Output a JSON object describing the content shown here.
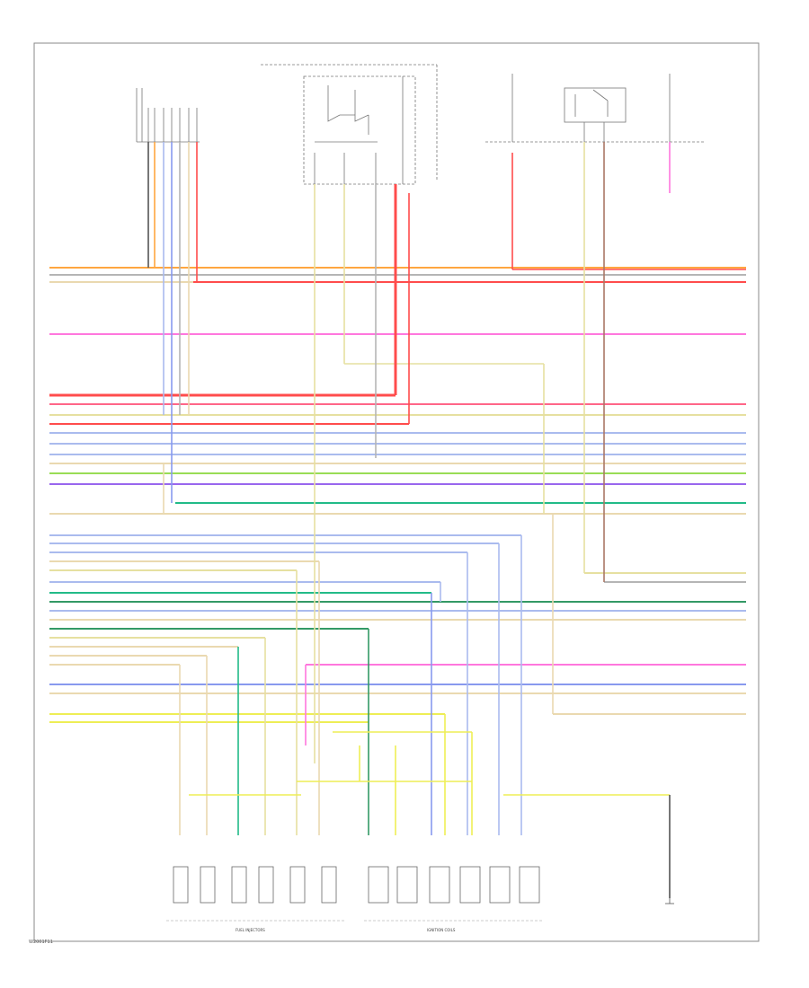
{
  "figure_code": "W2001F11",
  "colors": {
    "frame": "#888888",
    "orange": "#ffa640",
    "gray": "#b5b5b5",
    "tan": "#ead9b0",
    "pink": "#ff77dd",
    "red": "#ff4c4c",
    "yellow_tan": "#e6e0a0",
    "blue_light": "#aabbee",
    "blue": "#8899ee",
    "green": "#99dd55",
    "violet": "#9966ee",
    "teal": "#22bb88",
    "yellow": "#eeee55",
    "dark_green": "#339966"
  },
  "group_labels": {
    "fuel_injectors": "FUEL INJECTORS",
    "ignition_coils": "IGNITION COILS"
  }
}
